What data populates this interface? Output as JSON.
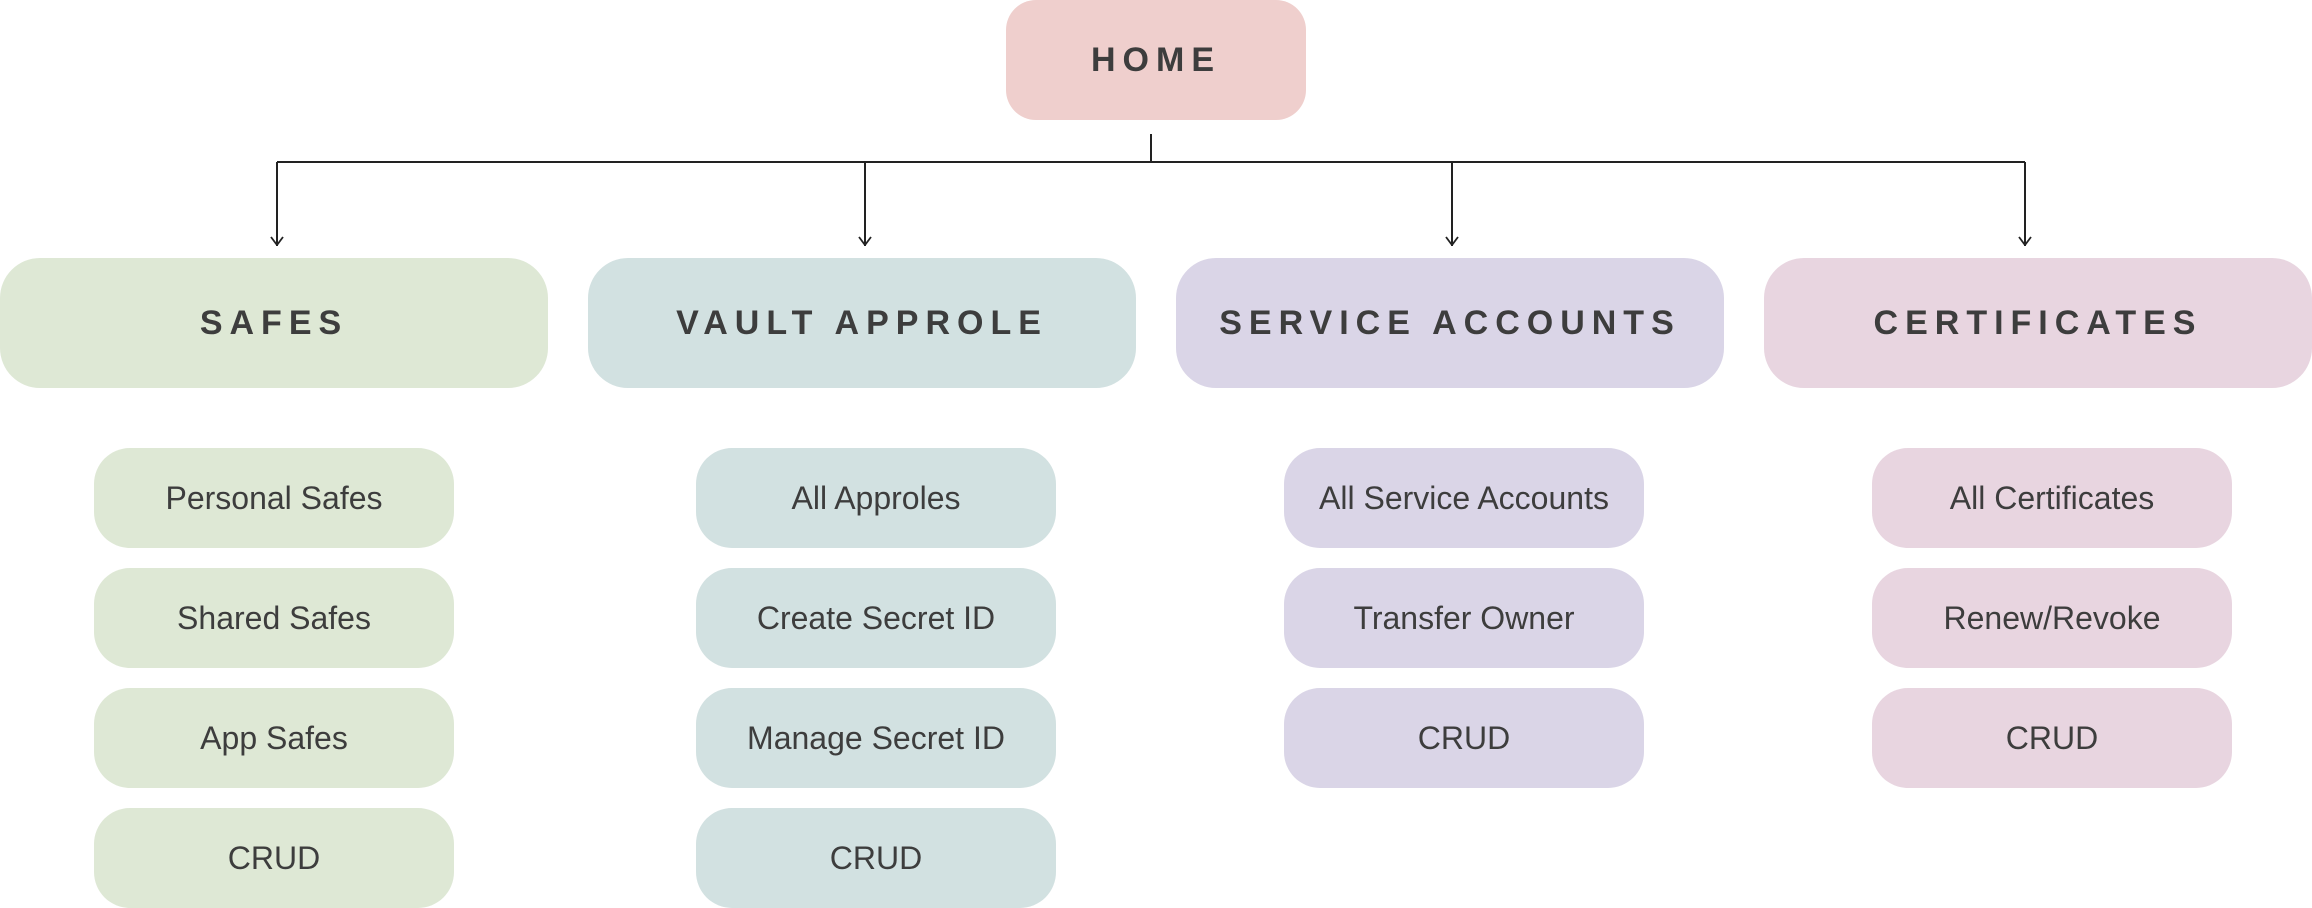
{
  "home": {
    "label": "HOME",
    "color": "#efcfcd"
  },
  "categories": [
    {
      "label": "SAFES",
      "color": "#dee8d5",
      "items": [
        "Personal Safes",
        "Shared Safes",
        "App Safes",
        "CRUD"
      ]
    },
    {
      "label": "VAULT APPROLE",
      "color": "#d2e1e1",
      "items": [
        "All Approles",
        "Create Secret ID",
        "Manage Secret ID",
        "CRUD"
      ]
    },
    {
      "label": "SERVICE ACCOUNTS",
      "color": "#dad5e7",
      "items": [
        "All Service Accounts",
        "Transfer Owner",
        "CRUD"
      ]
    },
    {
      "label": "CERTIFICATES",
      "color": "#e8d5e0",
      "items": [
        "All Certificates",
        "Renew/Revoke",
        "CRUD"
      ]
    }
  ]
}
